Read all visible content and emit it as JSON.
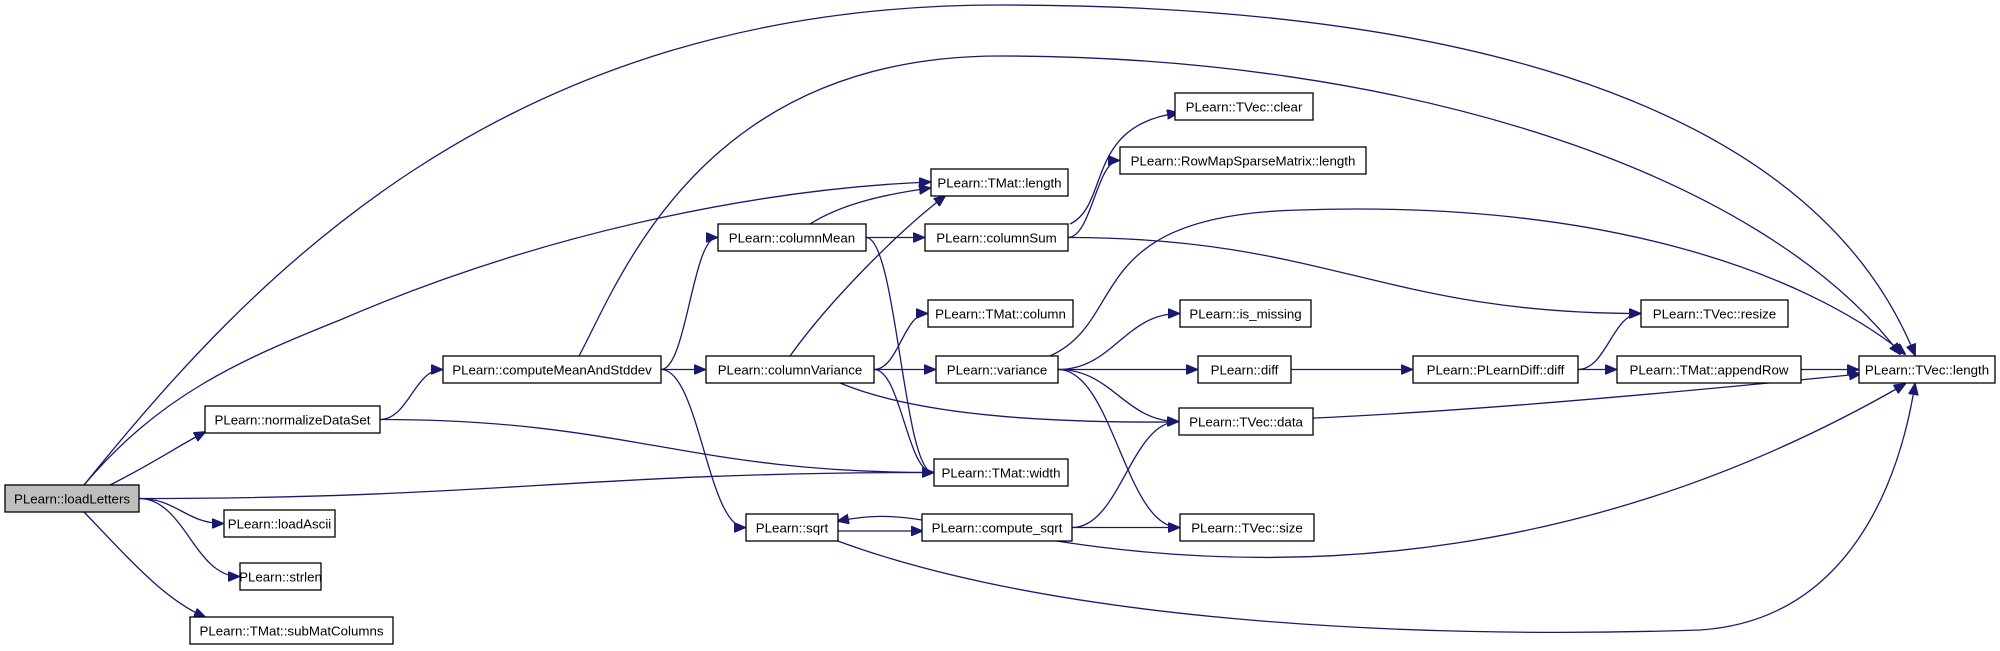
{
  "colors": {
    "edge": "#191970",
    "node_fill": "#ffffff",
    "root_fill": "#bfbfbf",
    "border": "#000000"
  },
  "nodes": {
    "loadLetters": "PLearn::loadLetters",
    "normalizeDataSet": "PLearn::normalizeDataSet",
    "loadAscii": "PLearn::loadAscii",
    "strlen": "PLearn::strlen",
    "subMatColumns": "PLearn::TMat::subMatColumns",
    "computeMeanAndStddev": "PLearn::computeMeanAndStddev",
    "columnMean": "PLearn::columnMean",
    "columnVariance": "PLearn::columnVariance",
    "sqrt": "PLearn::sqrt",
    "tmatLength": "PLearn::TMat::length",
    "tmatColumn": "PLearn::TMat::column",
    "tmatWidth": "PLearn::TMat::width",
    "columnSum": "PLearn::columnSum",
    "variance": "PLearn::variance",
    "computeSqrt": "PLearn::compute_sqrt",
    "tvecClear": "PLearn::TVec::clear",
    "rowMapLength": "PLearn::RowMapSparseMatrix::length",
    "isMissing": "PLearn::is_missing",
    "diff": "PLearn::diff",
    "tvecData": "PLearn::TVec::data",
    "tvecSize": "PLearn::TVec::size",
    "plearnDiff": "PLearn::PLearnDiff::diff",
    "tvecResize": "PLearn::TVec::resize",
    "appendRow": "PLearn::TMat::appendRow",
    "tvecLength": "PLearn::TVec::length"
  },
  "root": "loadLetters",
  "edges": [
    [
      "loadLetters",
      "tvecLength"
    ],
    [
      "loadLetters",
      "tmatLength"
    ],
    [
      "loadLetters",
      "normalizeDataSet"
    ],
    [
      "loadLetters",
      "tmatWidth"
    ],
    [
      "loadLetters",
      "loadAscii"
    ],
    [
      "loadLetters",
      "strlen"
    ],
    [
      "loadLetters",
      "subMatColumns"
    ],
    [
      "normalizeDataSet",
      "computeMeanAndStddev"
    ],
    [
      "normalizeDataSet",
      "tmatWidth"
    ],
    [
      "computeMeanAndStddev",
      "tvecLength"
    ],
    [
      "computeMeanAndStddev",
      "columnMean"
    ],
    [
      "computeMeanAndStddev",
      "columnVariance"
    ],
    [
      "computeMeanAndStddev",
      "sqrt"
    ],
    [
      "columnMean",
      "tmatLength"
    ],
    [
      "columnMean",
      "columnSum"
    ],
    [
      "columnMean",
      "tmatWidth"
    ],
    [
      "columnVariance",
      "tmatLength"
    ],
    [
      "columnVariance",
      "tmatColumn"
    ],
    [
      "columnVariance",
      "variance"
    ],
    [
      "columnVariance",
      "tmatWidth"
    ],
    [
      "columnVariance",
      "tvecLength"
    ],
    [
      "sqrt",
      "computeSqrt"
    ],
    [
      "sqrt",
      "tvecLength"
    ],
    [
      "columnSum",
      "tvecClear"
    ],
    [
      "columnSum",
      "rowMapLength"
    ],
    [
      "columnSum",
      "tvecResize"
    ],
    [
      "variance",
      "tvecLength"
    ],
    [
      "variance",
      "isMissing"
    ],
    [
      "variance",
      "diff"
    ],
    [
      "variance",
      "tvecData"
    ],
    [
      "variance",
      "tvecSize"
    ],
    [
      "computeSqrt",
      "sqrt"
    ],
    [
      "computeSqrt",
      "tvecData"
    ],
    [
      "computeSqrt",
      "tvecSize"
    ],
    [
      "computeSqrt",
      "tvecLength"
    ],
    [
      "diff",
      "plearnDiff"
    ],
    [
      "plearnDiff",
      "tvecResize"
    ],
    [
      "plearnDiff",
      "appendRow"
    ],
    [
      "appendRow",
      "tvecLength"
    ]
  ]
}
